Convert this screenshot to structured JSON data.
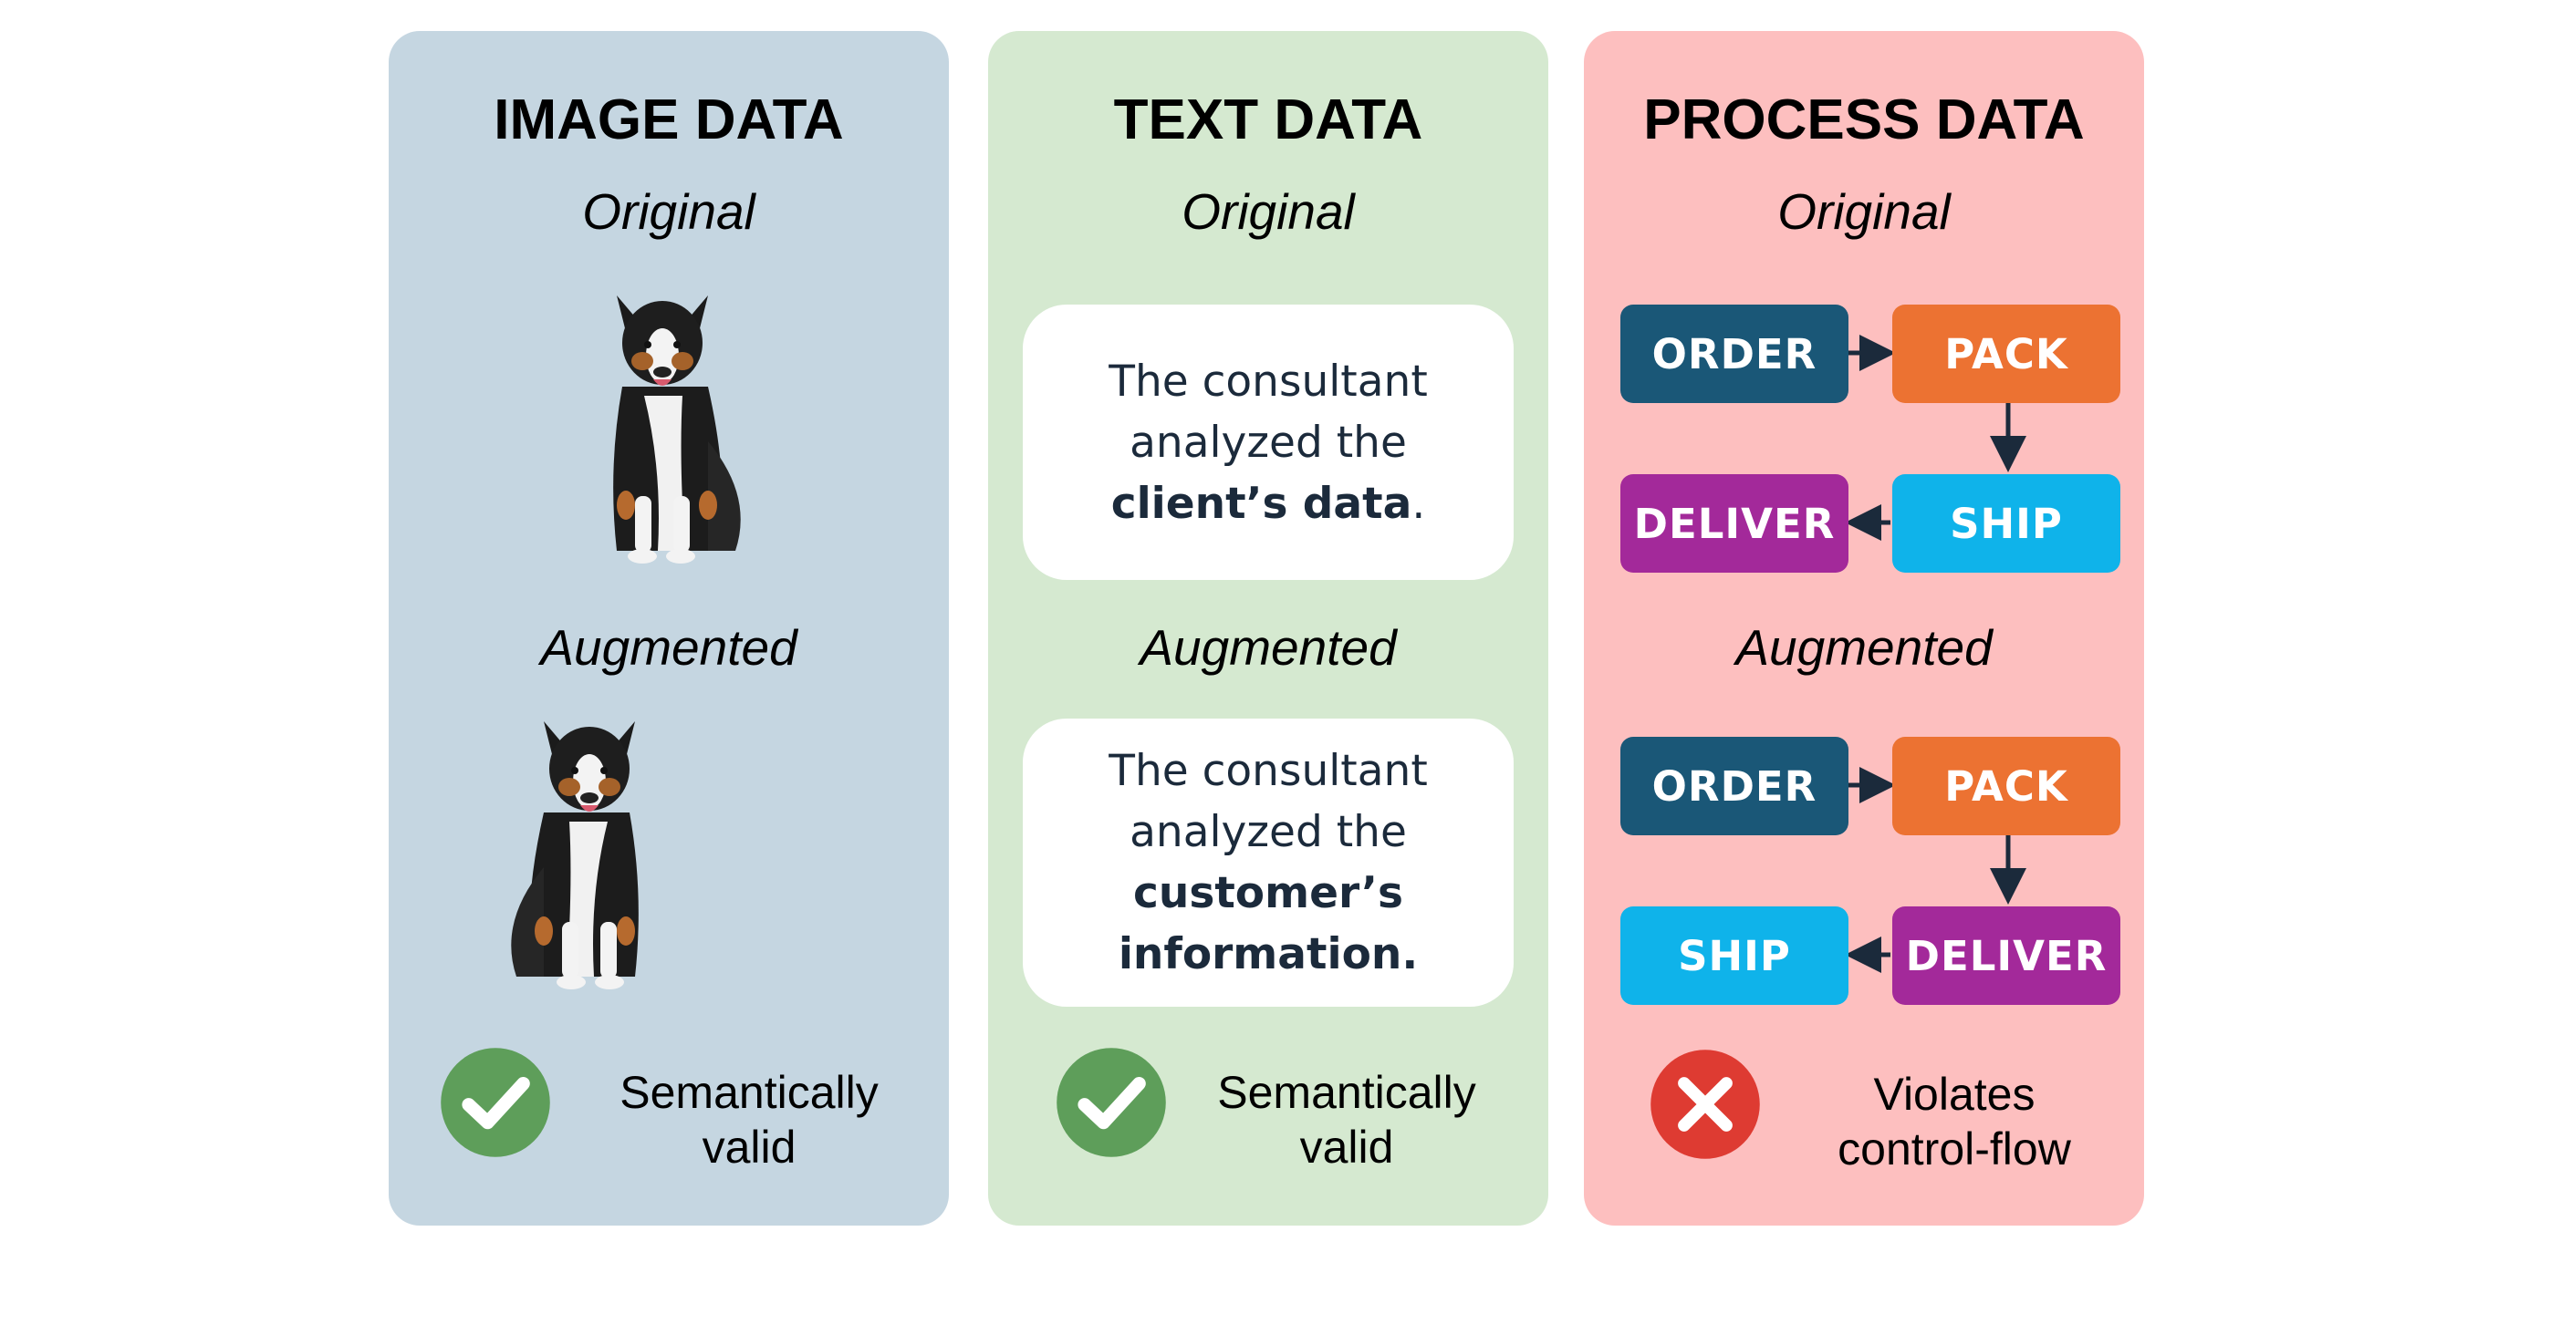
{
  "panels": {
    "image": {
      "title": "IMAGE DATA",
      "original_label": "Original",
      "augmented_label": "Augmented",
      "verdict_line1": "Semantically",
      "verdict_line2": "valid",
      "bg_color": "#c5d6e1"
    },
    "text": {
      "title": "TEXT DATA",
      "original_label": "Original",
      "augmented_label": "Augmented",
      "original_card": {
        "line1": "The consultant",
        "line2": "analyzed the",
        "line3_bold": "client’s data",
        "line3_tail": "."
      },
      "augmented_card": {
        "line1": "The consultant",
        "line2": "analyzed the",
        "line3_bold": "customer’s",
        "line4_bold": "information."
      },
      "verdict_line1": "Semantically",
      "verdict_line2": "valid",
      "bg_color": "#d5e9d0"
    },
    "process": {
      "title": "PROCESS DATA",
      "original_label": "Original",
      "augmented_label": "Augmented",
      "original_flow": {
        "step1": "ORDER",
        "step2": "PACK",
        "step3": "SHIP",
        "step4": "DELIVER"
      },
      "augmented_flow": {
        "step1": "ORDER",
        "step2": "PACK",
        "step3": "DELIVER",
        "step4": "SHIP"
      },
      "verdict_line1": "Violates",
      "verdict_line2": "control-flow",
      "bg_color": "#fdbfbf"
    }
  },
  "colors": {
    "order": "#1a5777",
    "pack": "#ec7232",
    "ship": "#0fb3ea",
    "deliver": "#a3299a",
    "valid_check": "#5e9e5a",
    "invalid_x": "#de3b32"
  },
  "icons": {
    "valid": "check-circle-icon",
    "invalid": "x-circle-icon",
    "dog": "dog-photo"
  }
}
